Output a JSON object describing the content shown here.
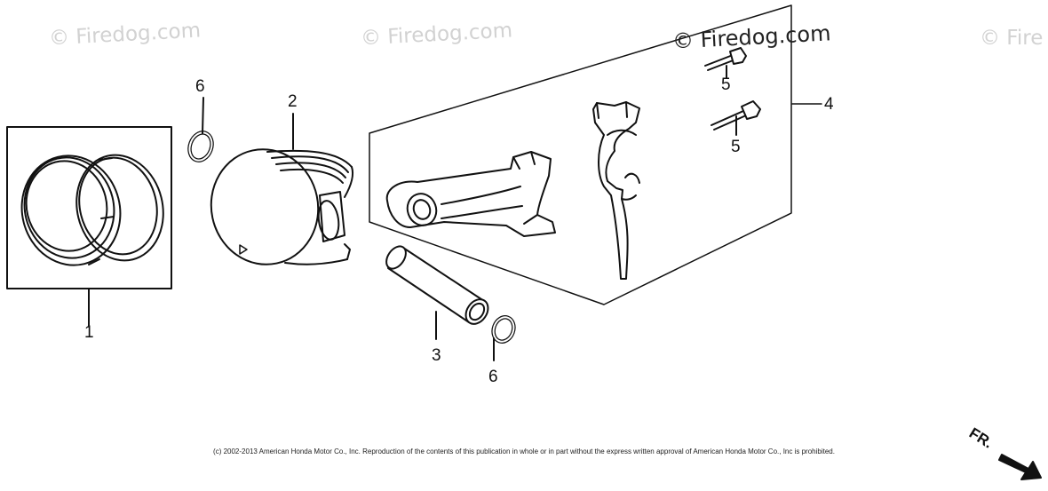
{
  "watermarks": [
    "© Firedog.com",
    "© Firedog.com",
    "© Firedog.com",
    "© Fire"
  ],
  "callouts": {
    "ring_set": "1",
    "piston": "2",
    "piston_pin": "3",
    "connecting_rod_assy": "4",
    "rod_bolt_upper": "5",
    "rod_bolt_lower": "5",
    "clip_upper": "6",
    "clip_lower": "6"
  },
  "copyright": "(c) 2002-2013 American Honda Motor Co., Inc. Reproduction of the contents of this publication in whole or in part without the express written approval of American Honda Motor Co., Inc is prohibited.",
  "direction_label": "FR."
}
